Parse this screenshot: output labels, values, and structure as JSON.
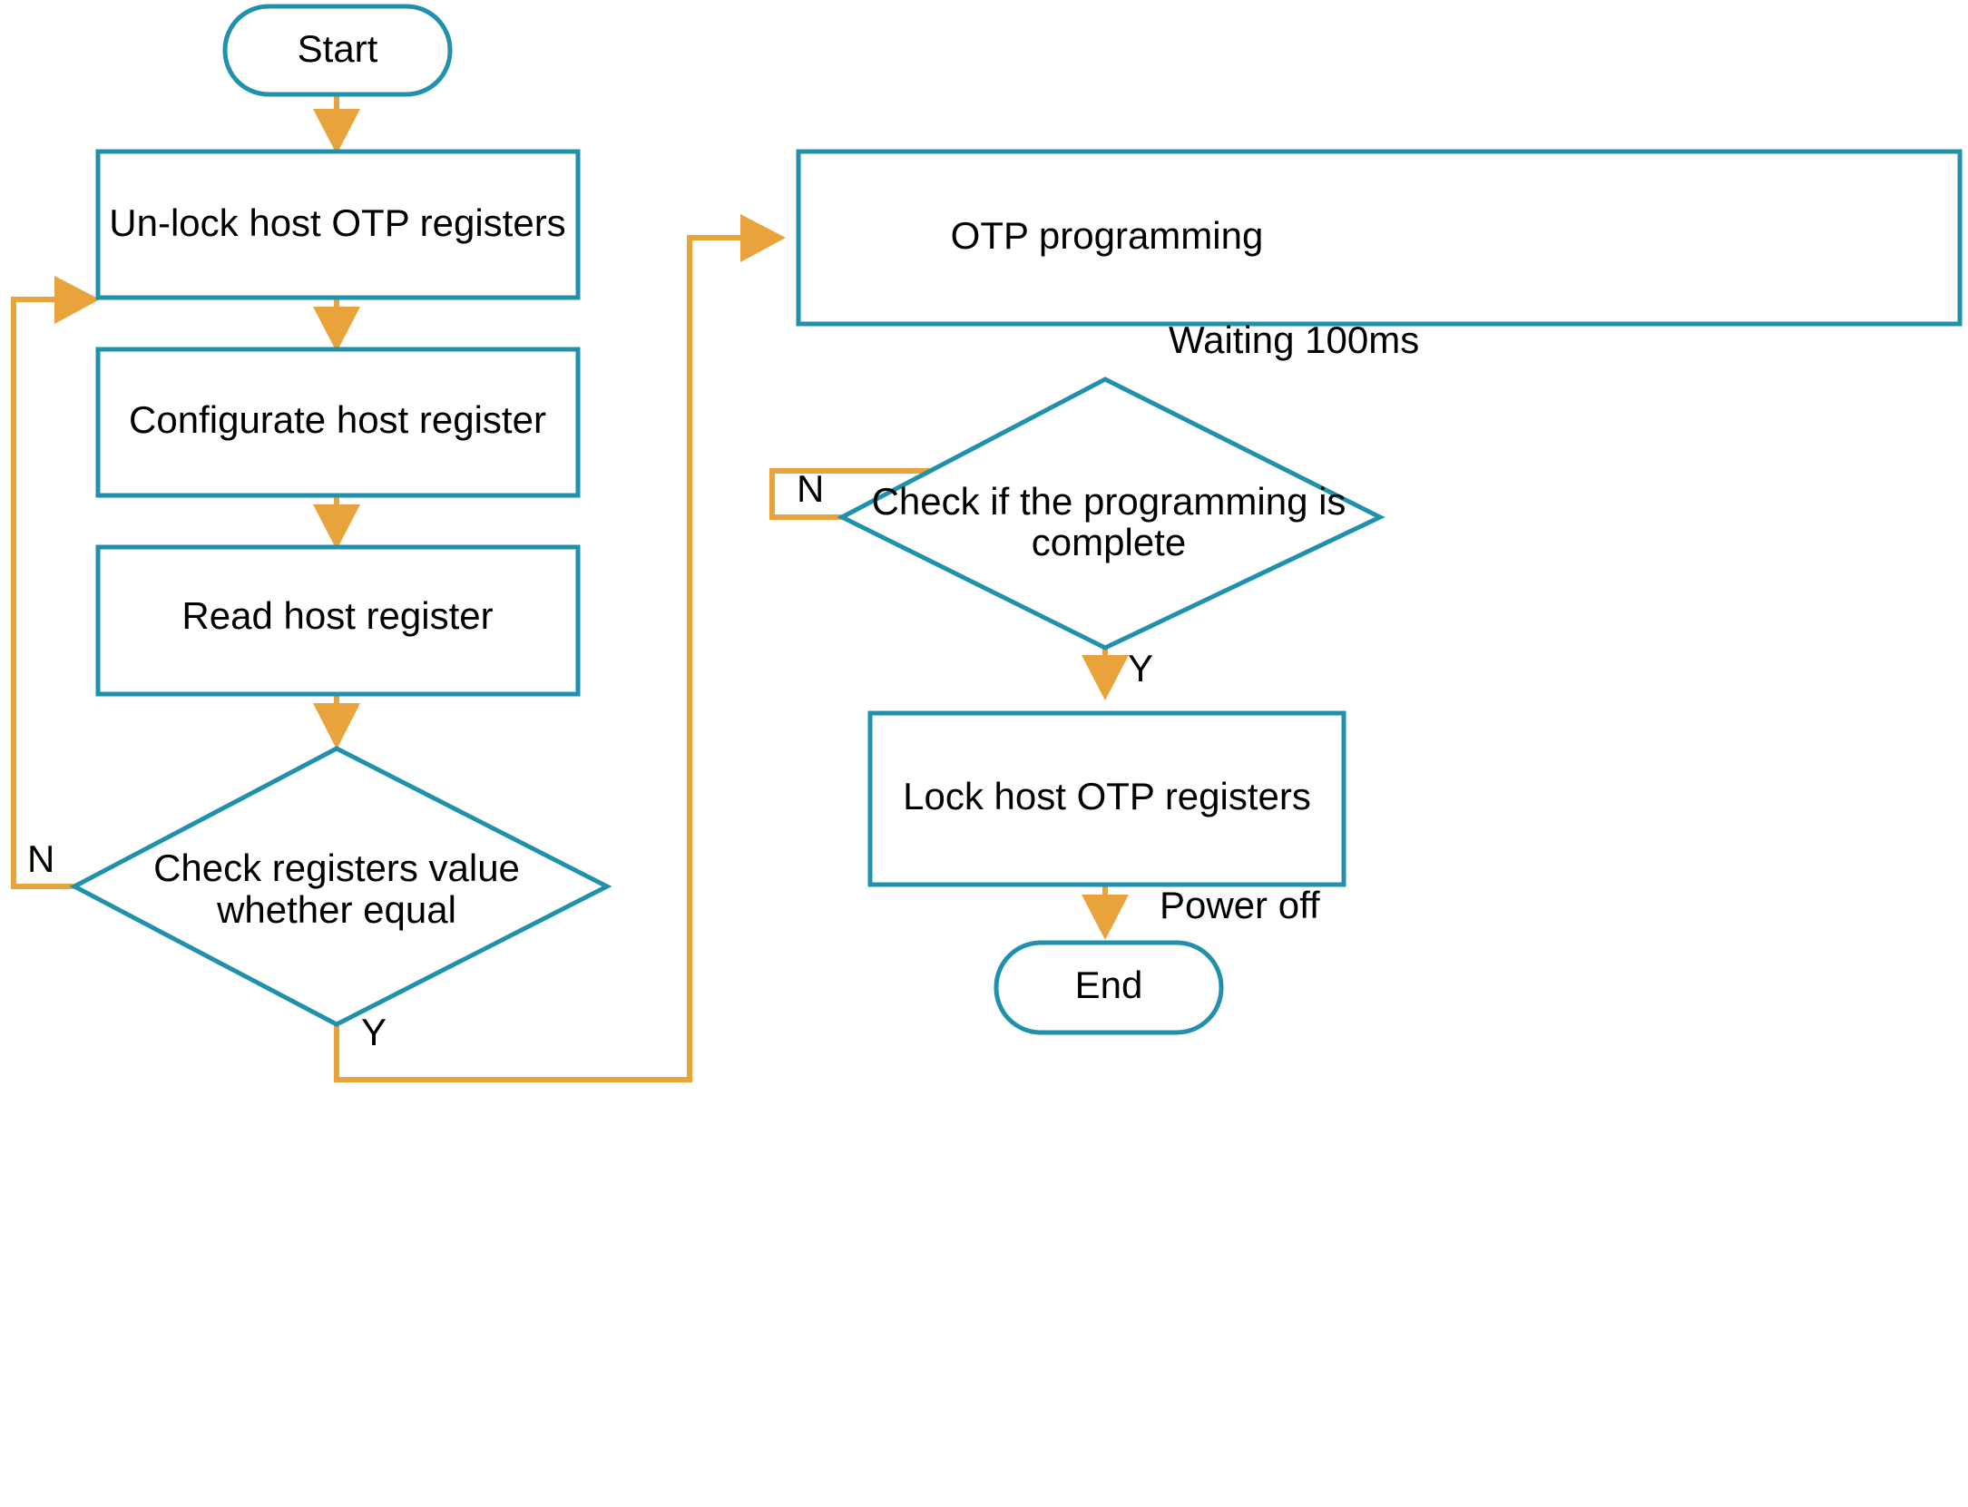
{
  "diagram": {
    "title": "OTP programming flowchart",
    "colors": {
      "node_stroke": "#2091ad",
      "connector": "#e8a33d",
      "background": "#ffffff",
      "text": "#000000"
    },
    "nodes": {
      "start": {
        "label": "Start",
        "shape": "terminator"
      },
      "unlock": {
        "label": "Un-lock host OTP registers",
        "shape": "process"
      },
      "configure": {
        "label": "Configurate host register",
        "shape": "process"
      },
      "read": {
        "label": "Read host register",
        "shape": "process"
      },
      "check_equal": {
        "label_line1": "Check registers value",
        "label_line2": "whether equal",
        "shape": "decision"
      },
      "otp_programming": {
        "label": "OTP programming",
        "shape": "process"
      },
      "check_complete": {
        "label_line1": "Check if the programming is",
        "label_line2": "complete",
        "shape": "decision"
      },
      "lock": {
        "label": "Lock host OTP registers",
        "shape": "process"
      },
      "end": {
        "label": "End",
        "shape": "terminator"
      }
    },
    "edge_labels": {
      "check_equal_no": "N",
      "check_equal_yes": "Y",
      "check_complete_no": "N",
      "check_complete_yes": "Y",
      "waiting": "Waiting 100ms",
      "power_off": "Power off"
    }
  }
}
